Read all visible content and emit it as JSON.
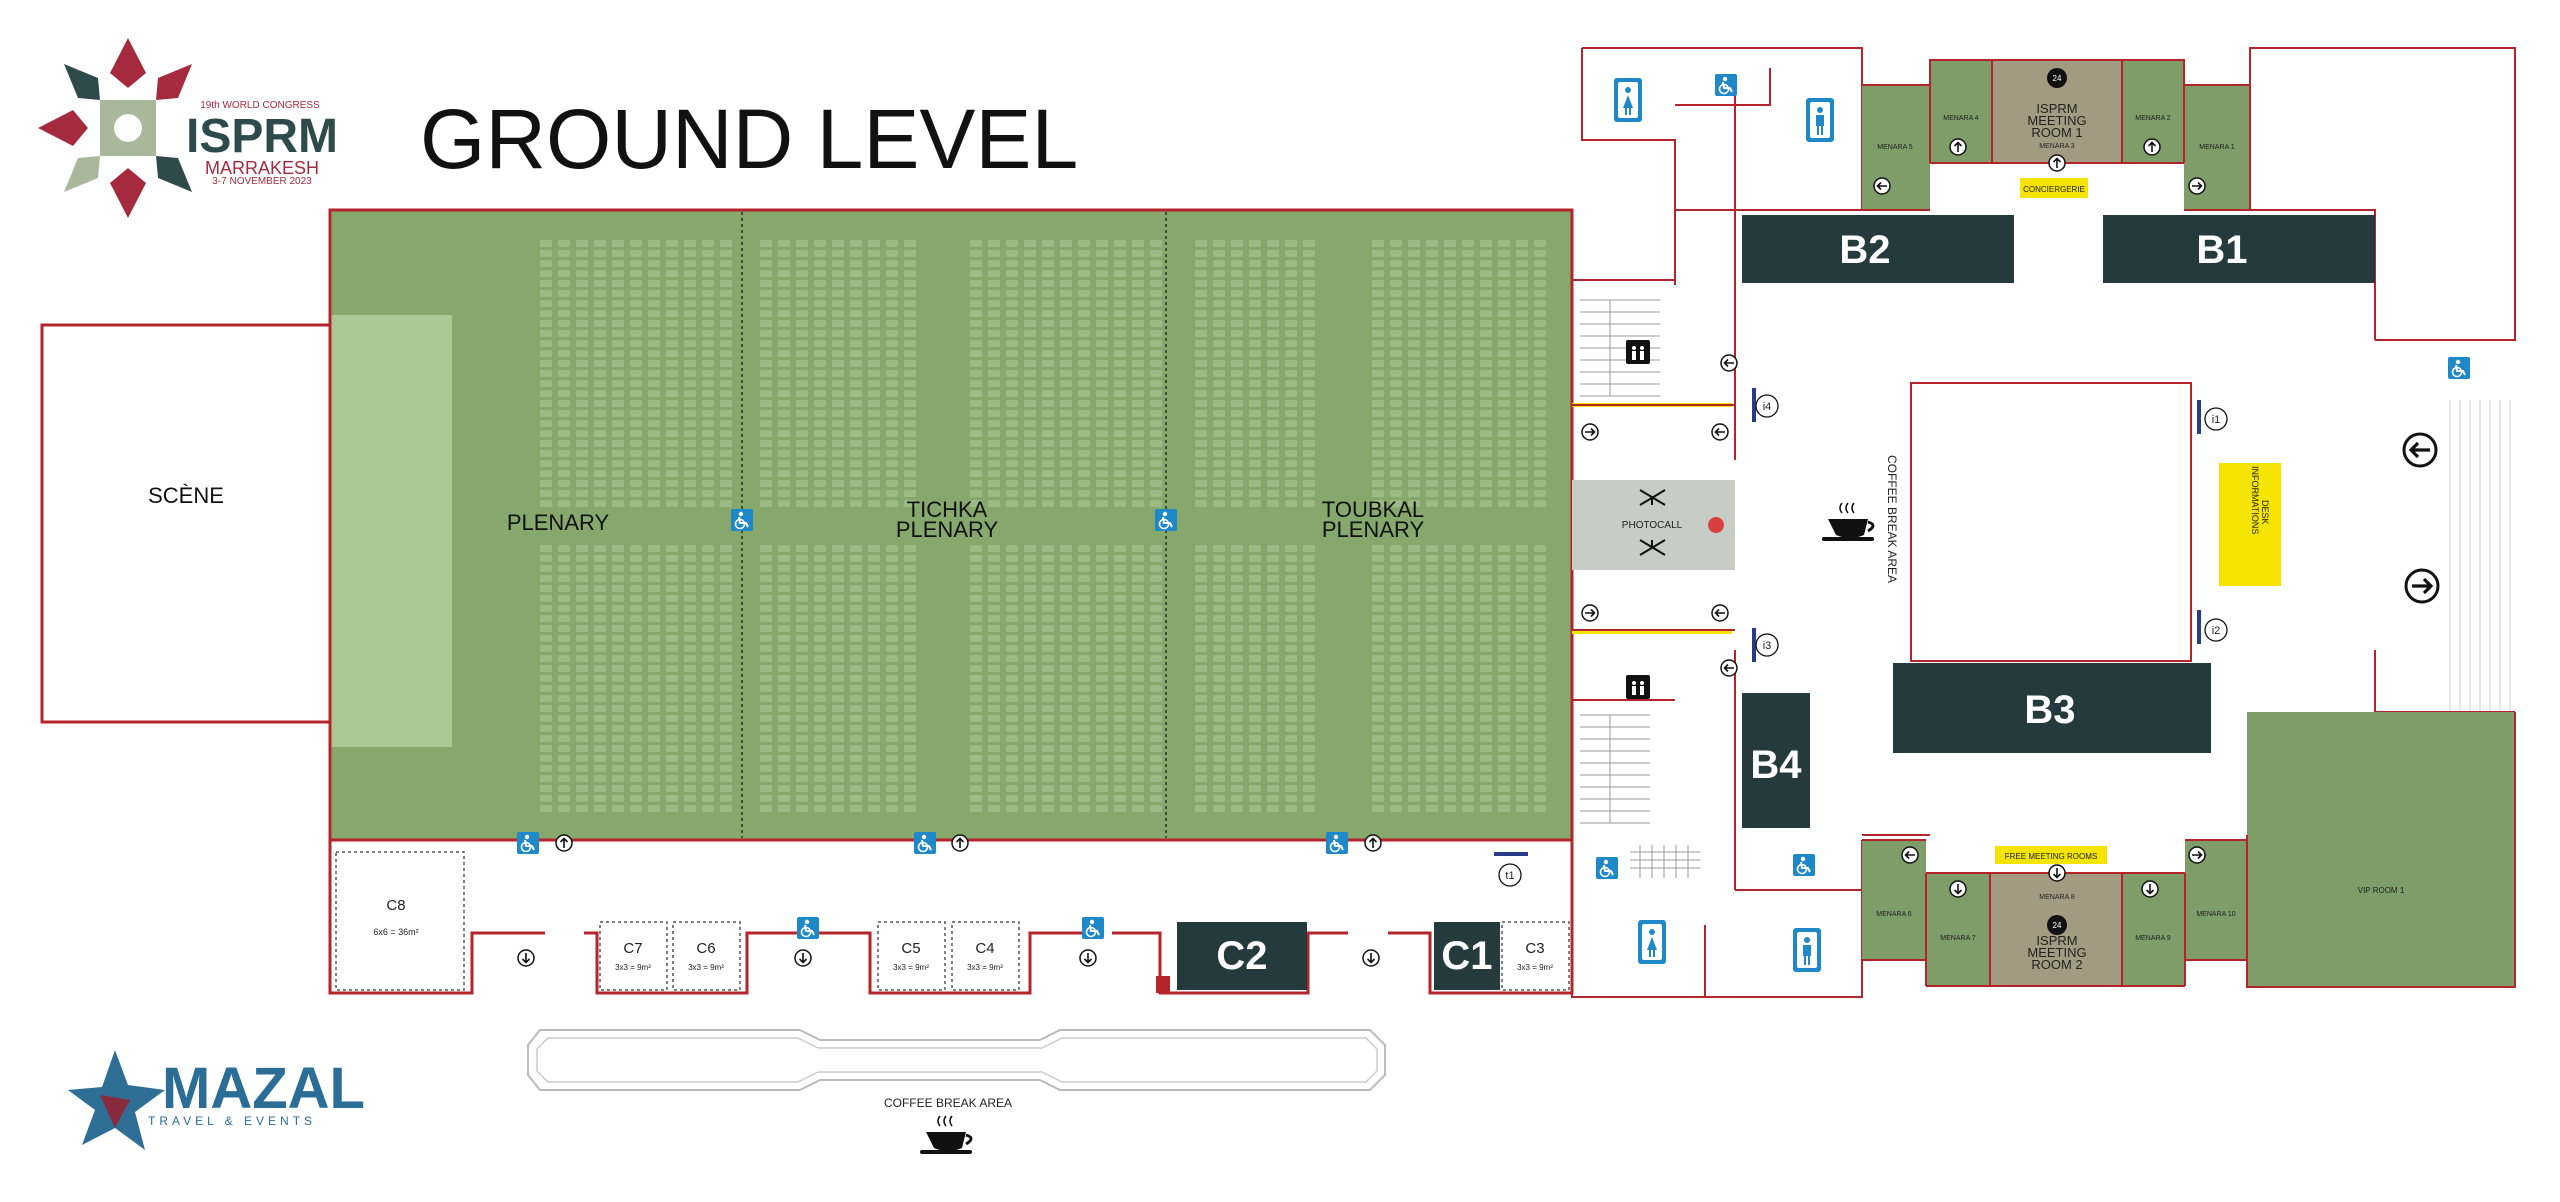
{
  "logo": {
    "edition": "19th WORLD CONGRESS",
    "name": "ISPRM",
    "city": "MARRAKESH",
    "dates": "3-7 NOVEMBER 2023"
  },
  "title": "GROUND LEVEL",
  "stage": {
    "label": "SCÈNE"
  },
  "halls": {
    "plenary": "PLENARY",
    "tichka_line1": "TICHKA",
    "tichka_line2": "PLENARY",
    "toubkal_line1": "TOUBKAL",
    "toubkal_line2": "PLENARY"
  },
  "booths": {
    "b1": "B1",
    "b2": "B2",
    "b3": "B3",
    "b4": "B4",
    "c1": "C1",
    "c2": "C2"
  },
  "stands": {
    "c8": {
      "name": "C8",
      "size": "6x6 = 36m²"
    },
    "c7": {
      "name": "C7",
      "size": "3x3 = 9m²"
    },
    "c6": {
      "name": "C6",
      "size": "3x3 = 9m²"
    },
    "c5": {
      "name": "C5",
      "size": "3x3 = 9m²"
    },
    "c4": {
      "name": "C4",
      "size": "3x3 = 9m²"
    },
    "c3": {
      "name": "C3",
      "size": "3x3 = 9m²"
    }
  },
  "rooms": {
    "menara1": "MENARA 1",
    "menara2": "MENARA 2",
    "menara3": "MENARA 3",
    "menara4": "MENARA 4",
    "menara5": "MENARA 5",
    "menara6": "MENARA 6",
    "menara7": "MENARA 7",
    "menara8": "MENARA 8",
    "menara9": "MENARA 9",
    "menara10": "MENARA 10",
    "meeting1_line1": "ISPRM",
    "meeting1_line2": "MEETING",
    "meeting1_line3": "ROOM 1",
    "meeting2_line1": "ISPRM",
    "meeting2_line2": "MEETING",
    "meeting2_line3": "ROOM 2",
    "vip": "VIP ROOM 1",
    "concierge": "CONCIERGERIE",
    "free_meeting": "FREE MEETING ROOMS",
    "photocall": "PHOTOCALL",
    "info_desk_line1": "INFORMATIONS",
    "info_desk_line2": "DESK"
  },
  "coffee": {
    "vertical": "COFFEE BREAK AREA",
    "bottom": "COFFEE BREAK AREA"
  },
  "markers": {
    "i1": "i1",
    "i2": "i2",
    "i3": "i3",
    "i4": "i4",
    "t1": "t1",
    "h24": "24"
  },
  "sponsor": {
    "name": "MAZAL",
    "tagline": "TRAVEL & EVENTS"
  },
  "colors": {
    "wall": "#b5242b",
    "hall_green": "#86a86c",
    "booth_dark": "#253a3c",
    "accessible_blue": "#1e88c8",
    "highlight_yellow": "#f4e400",
    "photocall_grey": "#c7cdc4"
  },
  "icons": [
    "wheelchair-icon",
    "elevator-icon",
    "restroom-female-icon",
    "restroom-male-icon",
    "coffee-cup-icon",
    "exit-arrow-icon",
    "open-24h-icon"
  ]
}
